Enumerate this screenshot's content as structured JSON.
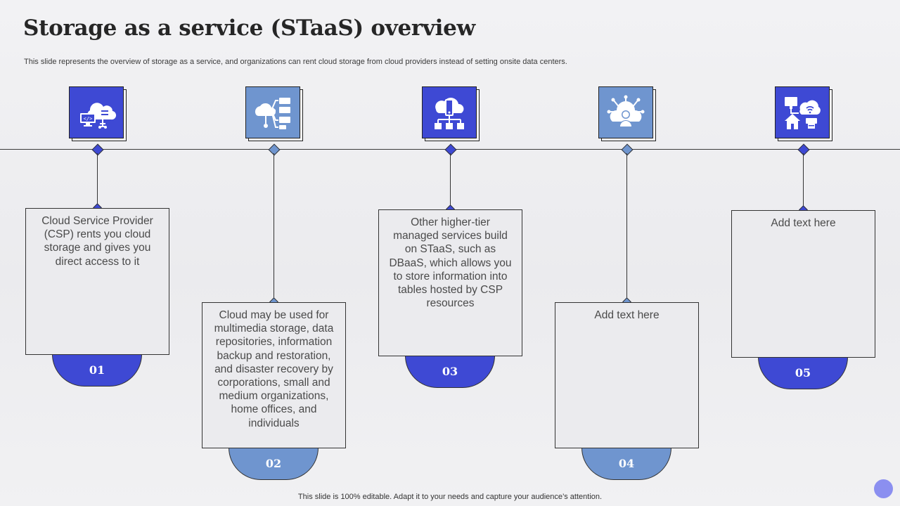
{
  "slide": {
    "title": "Storage as a service (STaaS) overview",
    "subtitle": "This slide represents the overview of storage as a service, and organizations can rent cloud storage from cloud providers instead of setting onsite data centers.",
    "footer": "This slide is 100% editable. Adapt it to your needs and capture your audience’s attention."
  },
  "colors": {
    "dark": "#3e49d4",
    "light": "#6f95cf"
  },
  "steps": [
    {
      "number": "01",
      "tone": "dark",
      "icon": "cloud-code-icon",
      "text": "Cloud Service Provider (CSP) rents you cloud storage and gives you direct access to it"
    },
    {
      "number": "02",
      "tone": "light",
      "icon": "cloud-network-icon",
      "text": "Cloud may be used for multimedia storage, data repositories, information backup and restoration, and disaster recovery by corporations, small and medium organizations, home offices, and individuals"
    },
    {
      "number": "03",
      "tone": "dark",
      "icon": "cloud-hierarchy-icon",
      "text": "Other higher-tier managed services build on STaaS, such as DBaaS, which allows you to store information into tables hosted by CSP resources"
    },
    {
      "number": "04",
      "tone": "light",
      "icon": "cloud-user-icon",
      "text": "Add text here"
    },
    {
      "number": "05",
      "tone": "dark",
      "icon": "home-cloud-wifi-icon",
      "text": "Add text here"
    }
  ]
}
